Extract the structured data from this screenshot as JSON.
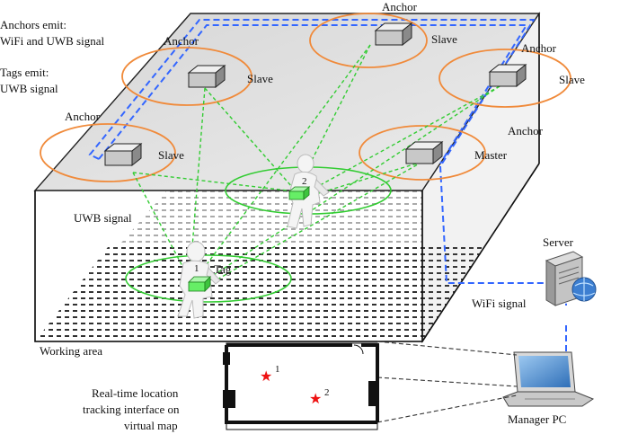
{
  "notes": {
    "anchors_emit_line1": "Anchors emit:",
    "anchors_emit_line2": "WiFi and UWB signal",
    "tags_emit_line1": "Tags emit:",
    "tags_emit_line2": "UWB signal"
  },
  "anchors": [
    {
      "role_label": "Slave",
      "title": "Anchor"
    },
    {
      "role_label": "Slave",
      "title": "Anchor"
    },
    {
      "role_label": "Slave",
      "title": "Anchor"
    },
    {
      "role_label": "Slave",
      "title": "Anchor"
    },
    {
      "role_label": "Master",
      "title": "Anchor"
    }
  ],
  "tags": [
    {
      "number": "1",
      "label": "Tag"
    },
    {
      "number": "2",
      "label": ""
    }
  ],
  "labels": {
    "uwb_signal": "UWB signal",
    "wifi_signal": "WiFi signal",
    "working_area": "Working area",
    "server": "Server",
    "manager_pc": "Manager PC",
    "map_caption_line1": "Real-time location",
    "map_caption_line2": "tracking interface on",
    "map_caption_line3": "virtual map"
  },
  "map_markers": [
    {
      "number": "1"
    },
    {
      "number": "2"
    }
  ],
  "colors": {
    "ellipse": "#f08a3a",
    "uwb_line": "#33cc33",
    "wifi_line": "#3366ff",
    "tag_fill": "#66ee66",
    "marker": "#ee1111"
  }
}
